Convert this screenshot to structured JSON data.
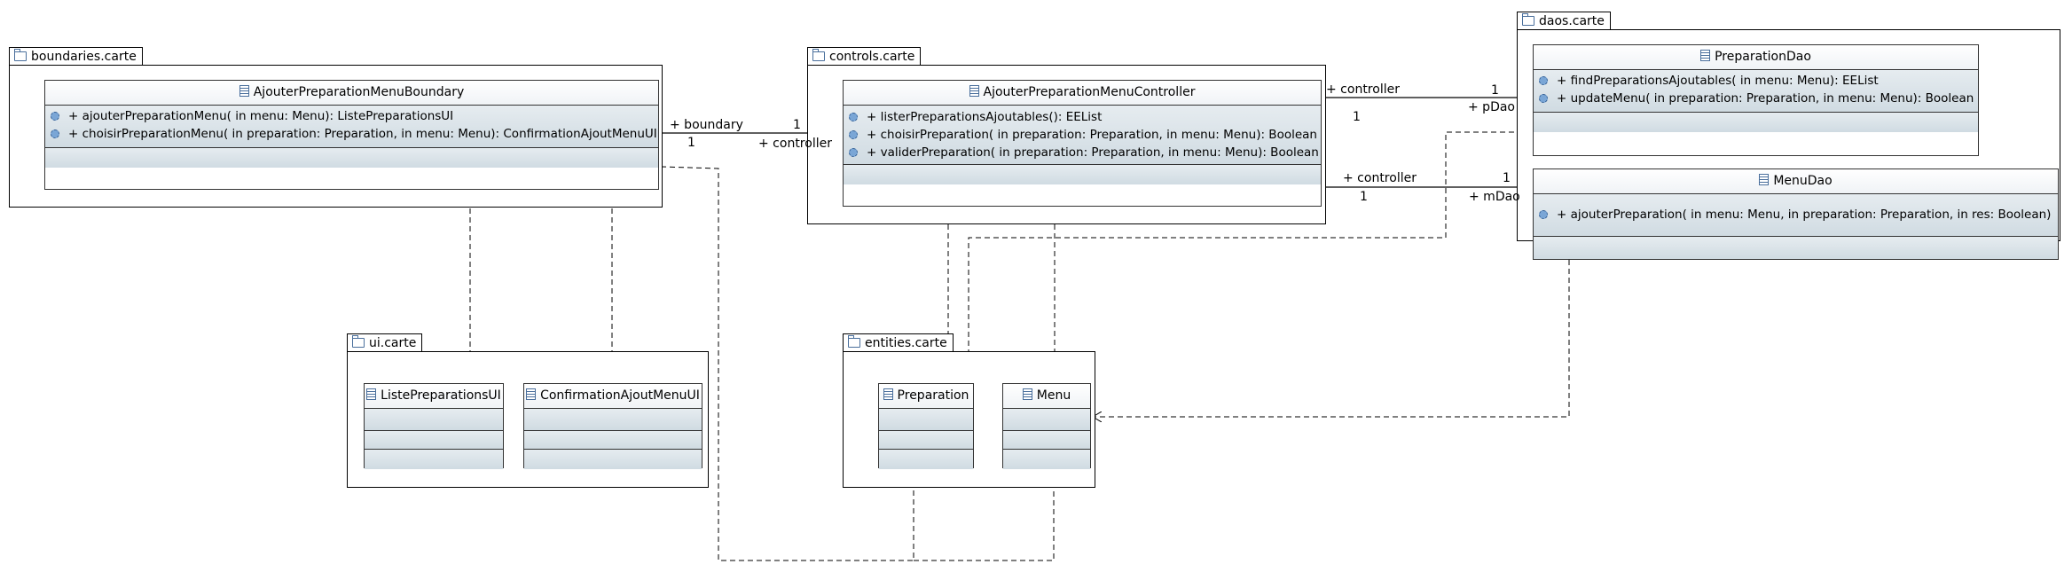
{
  "packages": {
    "boundaries": "boundaries.carte",
    "controls": "controls.carte",
    "daos": "daos.carte",
    "ui": "ui.carte",
    "entities": "entities.carte"
  },
  "classes": {
    "boundary": {
      "name": "AjouterPreparationMenuBoundary",
      "operations": [
        "+ ajouterPreparationMenu(  in menu: Menu): ListePreparationsUI",
        "+ choisirPreparationMenu(  in preparation: Preparation,   in menu: Menu): ConfirmationAjoutMenuUI"
      ]
    },
    "controller": {
      "name": "AjouterPreparationMenuController",
      "operations": [
        "+ listerPreparationsAjoutables(): EEList",
        "+ choisirPreparation(  in preparation: Preparation,   in menu: Menu): Boolean",
        "+ validerPreparation(  in preparation: Preparation,   in menu: Menu): Boolean"
      ]
    },
    "preparationDao": {
      "name": "PreparationDao",
      "operations": [
        "+ findPreparationsAjoutables(  in menu: Menu): EEList",
        "+ updateMenu(  in preparation: Preparation,   in menu: Menu): Boolean"
      ]
    },
    "menuDao": {
      "name": "MenuDao",
      "operations": [
        "+ ajouterPreparation(  in menu: Menu,   in preparation: Preparation,   in res: Boolean)"
      ]
    },
    "listePreparationsUI": {
      "name": "ListePreparationsUI"
    },
    "confirmationAjoutMenuUI": {
      "name": "ConfirmationAjoutMenuUI"
    },
    "preparation": {
      "name": "Preparation"
    },
    "menu": {
      "name": "Menu"
    }
  },
  "associations": {
    "boundary_controller": {
      "boundary_role": "+ boundary",
      "boundary_mult": "1",
      "controller_role": "+ controller",
      "controller_mult": "1"
    },
    "controller_pdao": {
      "controller_role": "+ controller",
      "controller_mult": "1",
      "dao_role": "+ pDao",
      "dao_mult": "1"
    },
    "controller_mdao": {
      "controller_role": "+ controller",
      "controller_mult": "1",
      "dao_role": "+ mDao",
      "dao_mult": "1"
    }
  },
  "icons": {
    "package": "folder-icon",
    "class": "class-icon",
    "operation": "operation-icon"
  },
  "colors": {
    "section_fill": "#d5dfe5",
    "icon_blue": "#4a6f9c"
  }
}
